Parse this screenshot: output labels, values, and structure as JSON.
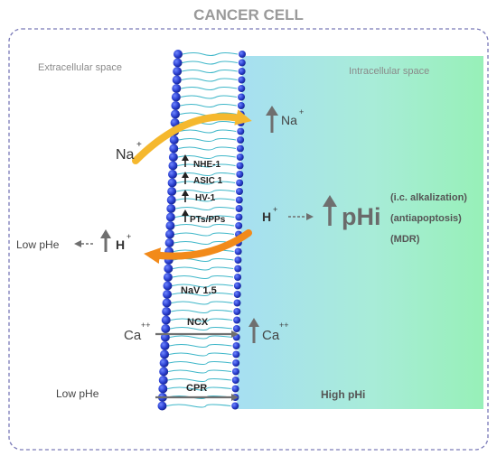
{
  "title": "CANCER CELL",
  "regions": {
    "extracellular": "Extracellular space",
    "intracellular": "Intracellular space"
  },
  "ions": {
    "na_outside": "Na",
    "na_outside_sup": "+",
    "na_inside": "Na",
    "na_inside_sup": "+",
    "h_inside": "H",
    "h_inside_sup": "+",
    "h_outside": "H",
    "h_outside_sup": "+",
    "ca_outside": "Ca",
    "ca_outside_sup": "++",
    "ca_inside": "Ca",
    "ca_inside_sup": "++"
  },
  "transporters": {
    "nhe1": "NHE-1",
    "asic1": "ASIC 1",
    "hv1": "HV-1",
    "pts": "PTs/PPs",
    "nav15": "NaV 1.5",
    "ncx": "NCX",
    "cpr": "CPR"
  },
  "labels": {
    "phi_big": "pHi",
    "alkalization": "(i.c. alkalization)",
    "antiapoptosis": "(antiapoptosis)",
    "mdr": "(MDR)",
    "low_phe_top": "Low pHe",
    "low_phe_bottom": "Low pHe",
    "high_phi": "High pHi"
  },
  "colors": {
    "border_dash": "#7a7ab8",
    "title": "#9a9a9a",
    "lipid_head": "#2a3fcf",
    "lipid_tail": "#3fb7c9",
    "intracellular_top": "#8fd8ee",
    "intracellular_bottom": "#8ff0c0",
    "orange_arrow": "#f28a1a",
    "yellow_arrow": "#f5b82e",
    "gray_arrow": "#707070"
  }
}
